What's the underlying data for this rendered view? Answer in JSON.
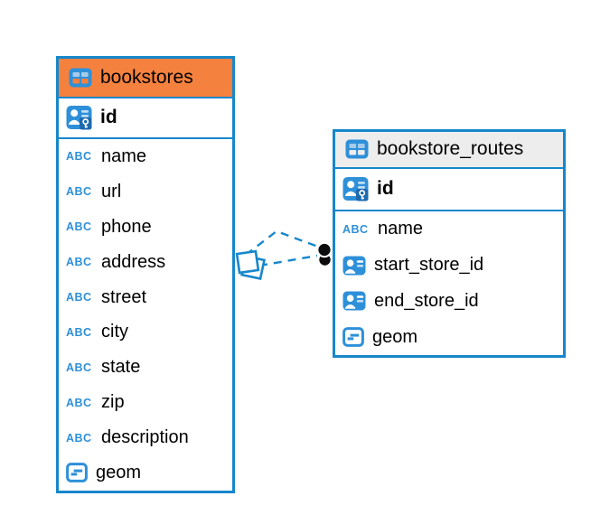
{
  "app": {
    "view": "er-diagram"
  },
  "colors": {
    "entity_border": "#1787CB",
    "header_highlight": "#F5813E",
    "header_default": "#EDEDED",
    "icon_blue": "#2E90D9",
    "relationship_line": "#1787CB",
    "relationship_endpoint": "#000000",
    "canvas_background": "#FFFFFF",
    "text": "#000000"
  },
  "icons": {
    "text_type_label": "ABC"
  },
  "diagram": {
    "tables": [
      {
        "name": "bookstores",
        "header_color": "#F5813E",
        "primary_key": {
          "label": "id",
          "icon": "primary-key-icon"
        },
        "columns": [
          {
            "label": "name",
            "icon": "text-type-icon"
          },
          {
            "label": "url",
            "icon": "text-type-icon"
          },
          {
            "label": "phone",
            "icon": "text-type-icon"
          },
          {
            "label": "address",
            "icon": "text-type-icon"
          },
          {
            "label": "street",
            "icon": "text-type-icon"
          },
          {
            "label": "city",
            "icon": "text-type-icon"
          },
          {
            "label": "state",
            "icon": "text-type-icon"
          },
          {
            "label": "zip",
            "icon": "text-type-icon"
          },
          {
            "label": "description",
            "icon": "text-type-icon"
          },
          {
            "label": "geom",
            "icon": "geometry-type-icon"
          }
        ]
      },
      {
        "name": "bookstore_routes",
        "header_color": "#EDEDED",
        "primary_key": {
          "label": "id",
          "icon": "primary-key-icon"
        },
        "columns": [
          {
            "label": "name",
            "icon": "text-type-icon"
          },
          {
            "label": "start_store_id",
            "icon": "foreign-key-icon"
          },
          {
            "label": "end_store_id",
            "icon": "foreign-key-icon"
          },
          {
            "label": "geom",
            "icon": "geometry-type-icon"
          }
        ]
      }
    ],
    "relationships": [
      {
        "from": "bookstore_routes",
        "to": "bookstores",
        "style": "dashed",
        "link_count": 2
      }
    ]
  }
}
